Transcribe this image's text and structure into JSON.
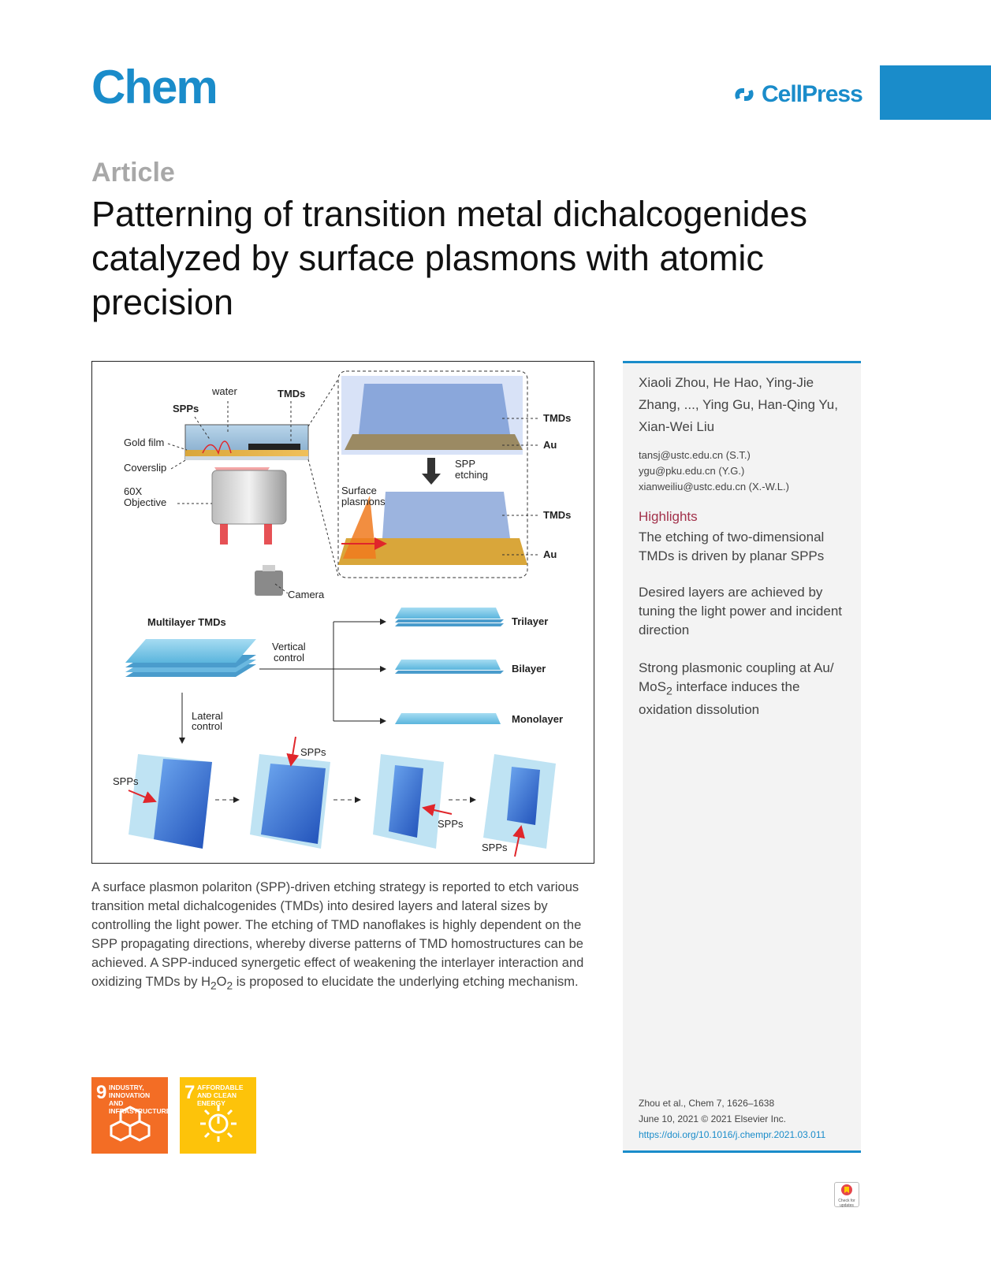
{
  "header": {
    "journal": "Chem",
    "publisher": "CellPress"
  },
  "article_type": "Article",
  "title": "Patterning of transition metal dichalcogenides catalyzed by surface plasmons with atomic precision",
  "figure": {
    "labels": {
      "water": "water",
      "tmds_top": "TMDs",
      "spps_top": "SPPs",
      "gold_film": "Gold film",
      "coverslip": "Coverslip",
      "objective_1": "60X",
      "objective_2": "Objective",
      "camera": "Camera",
      "tmds_1": "TMDs",
      "au_1": "Au",
      "spp_1": "SPP",
      "etching": "etching",
      "surface": "Surface",
      "plasmons": "plasmons",
      "tmds_2": "TMDs",
      "au_2": "Au",
      "multilayer": "Multilayer TMDs",
      "vertical_1": "Vertical",
      "vertical_2": "control",
      "trilayer": "Trilayer",
      "bilayer": "Bilayer",
      "monolayer": "Monolayer",
      "lateral_1": "Lateral",
      "lateral_2": "control",
      "spps_a": "SPPs",
      "spps_b": "SPPs",
      "spps_c": "SPPs",
      "spps_d": "SPPs"
    }
  },
  "summary_parts": {
    "before": "A surface plasmon polariton (SPP)-driven etching strategy is reported to etch various transition metal dichalcogenides (TMDs) into desired layers and lateral sizes by controlling the light power. The etching of TMD nanoflakes is highly dependent on the SPP propagating directions, whereby diverse patterns of TMD homostructures can be achieved. A SPP-induced synergetic effect of weakening the interlayer interaction and oxidizing TMDs by H",
    "sub1": "2",
    "mid": "O",
    "sub2": "2",
    "after": " is proposed to elucidate the underlying etching mechanism."
  },
  "sidebar": {
    "authors": "Xiaoli Zhou, He Hao, Ying-Jie Zhang, ..., Ying Gu, Han-Qing Yu, Xian-Wei Liu",
    "emails": [
      "tansj@ustc.edu.cn (S.T.)",
      "ygu@pku.edu.cn (Y.G.)",
      "xianweiliu@ustc.edu.cn (X.-W.L.)"
    ],
    "highlights_title": "Highlights",
    "highlight_1": "The etching of two-dimensional TMDs is driven by planar SPPs",
    "highlight_2": "Desired layers are achieved by tuning the light power and incident direction",
    "highlight_3_parts": {
      "before": "Strong plasmonic coupling at Au/ MoS",
      "sub": "2",
      "after": " interface induces the oxidation dissolution"
    },
    "citation": [
      "Zhou et al., Chem 7, 1626–1638",
      "June 10, 2021 © 2021 Elsevier Inc."
    ],
    "doi": "https://doi.org/10.1016/j.chempr.2021.03.011"
  },
  "sdg": [
    {
      "number": "9",
      "label": "INDUSTRY, INNOVATION AND INFRASTRUCTURE",
      "color": "#f36d25",
      "icon": "cubes-icon"
    },
    {
      "number": "7",
      "label": "AFFORDABLE AND CLEAN ENERGY",
      "color": "#fdc30a",
      "icon": "power-sun-icon"
    }
  ],
  "check_updates": "Check for updates",
  "colors": {
    "accent": "#1a8cca",
    "highlight": "#a2314a"
  }
}
